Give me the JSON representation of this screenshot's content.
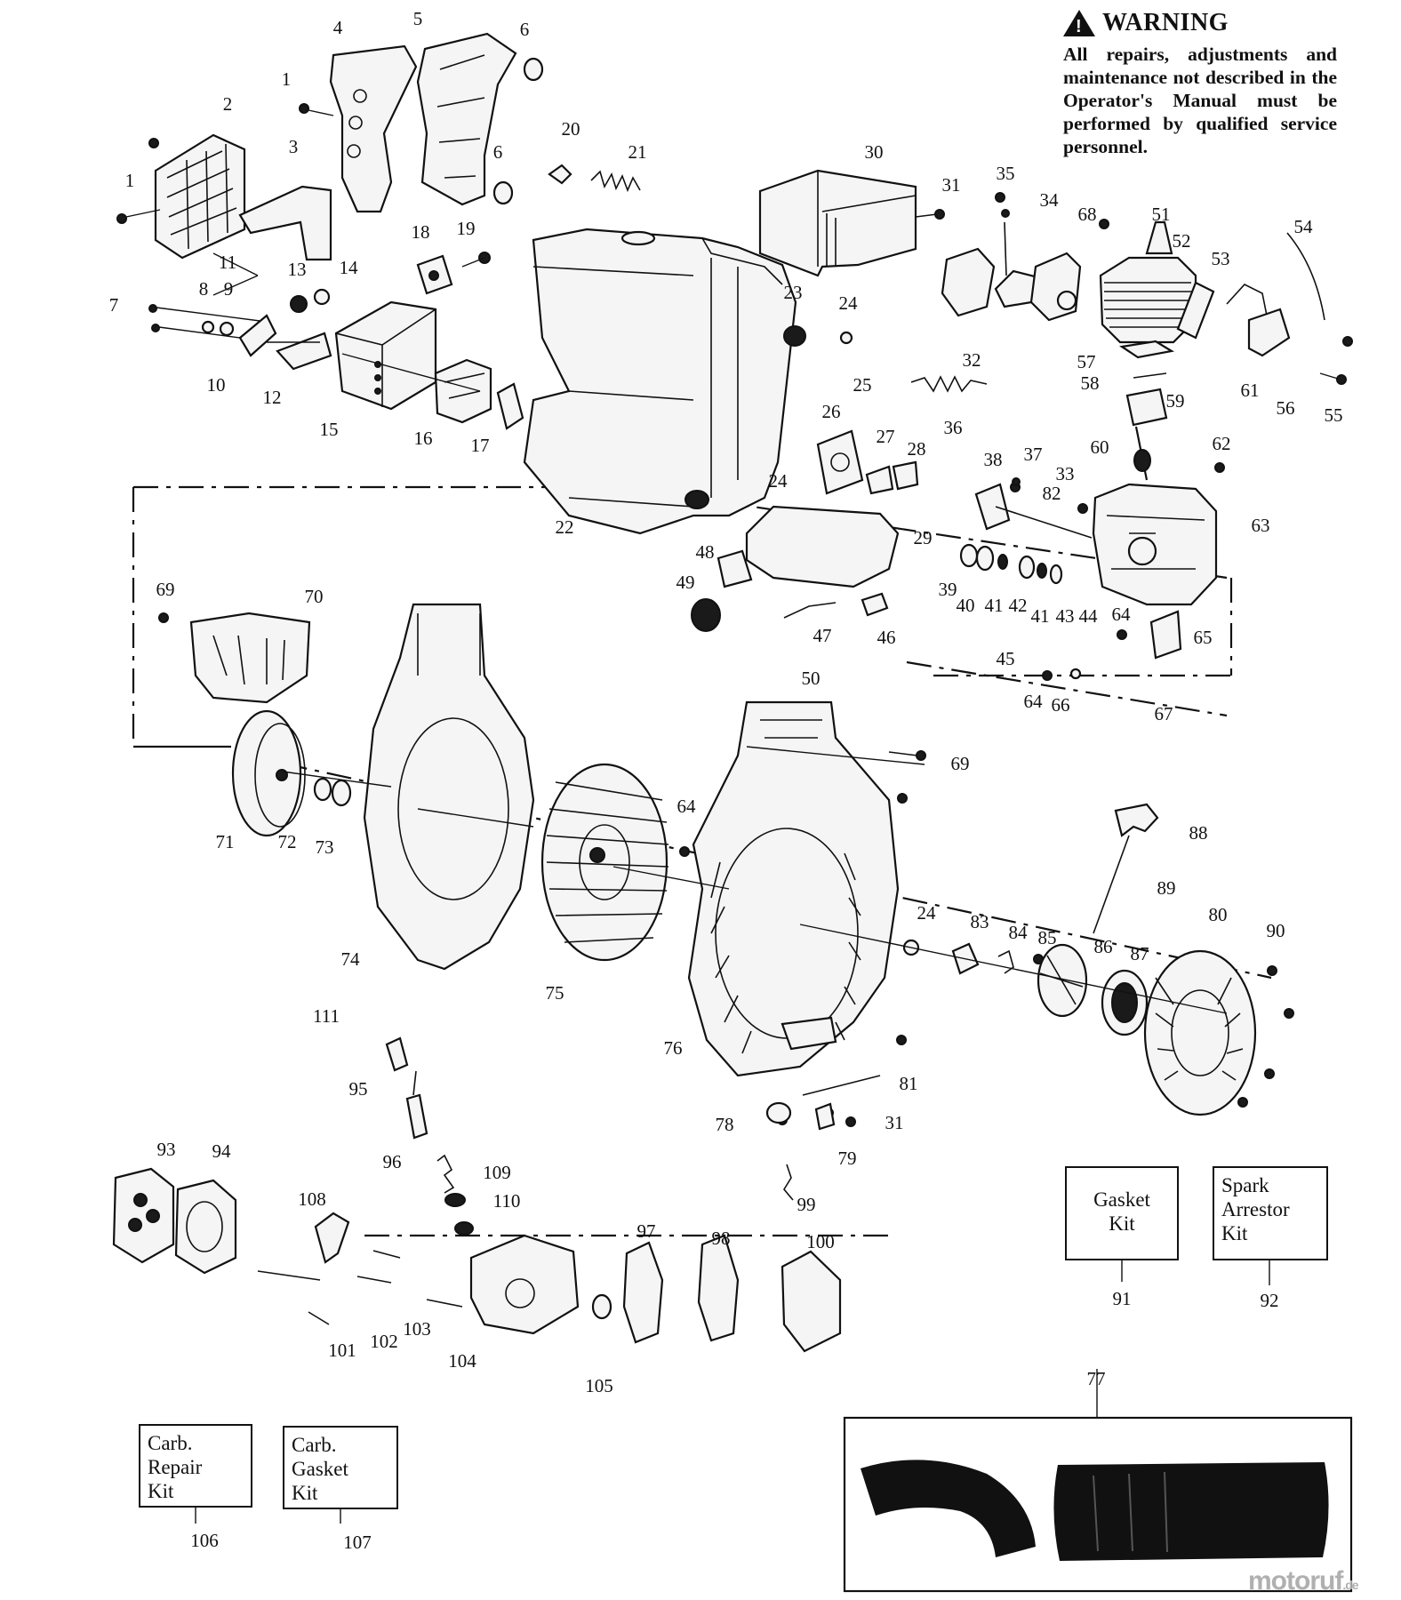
{
  "warning": {
    "title": "WARNING",
    "icon": "warning-triangle-icon",
    "text": "All repairs, adjustments and maintenance not described in the Operator's Manual must be performed by qualified service personnel."
  },
  "kits": {
    "gasket_kit": {
      "label": "Gasket\nKit",
      "number": "91"
    },
    "spark_arrestor_kit": {
      "label": "Spark\nArrestor\nKit",
      "number": "92"
    },
    "carb_repair_kit": {
      "label": "Carb.\nRepair\nKit",
      "number": "106"
    },
    "carb_gasket_kit": {
      "label": "Carb.\nGasket\nKit",
      "number": "107"
    }
  },
  "watermark": {
    "text": "motoruf",
    "suffix": ".de"
  },
  "part_numbers": [
    "1",
    "2",
    "3",
    "4",
    "5",
    "6",
    "7",
    "8",
    "9",
    "10",
    "11",
    "12",
    "13",
    "14",
    "15",
    "16",
    "17",
    "18",
    "19",
    "20",
    "21",
    "22",
    "23",
    "24",
    "25",
    "26",
    "27",
    "28",
    "29",
    "30",
    "31",
    "32",
    "33",
    "34",
    "35",
    "36",
    "37",
    "38",
    "39",
    "40",
    "41",
    "42",
    "43",
    "44",
    "45",
    "46",
    "47",
    "48",
    "49",
    "50",
    "51",
    "52",
    "53",
    "54",
    "55",
    "56",
    "57",
    "58",
    "59",
    "60",
    "61",
    "62",
    "63",
    "64",
    "65",
    "66",
    "67",
    "68",
    "69",
    "70",
    "71",
    "72",
    "73",
    "74",
    "75",
    "76",
    "77",
    "78",
    "79",
    "80",
    "81",
    "82",
    "83",
    "84",
    "85",
    "86",
    "87",
    "88",
    "89",
    "90",
    "93",
    "94",
    "95",
    "96",
    "97",
    "98",
    "99",
    "100",
    "101",
    "102",
    "103",
    "104",
    "105",
    "108",
    "109",
    "110",
    "111"
  ]
}
